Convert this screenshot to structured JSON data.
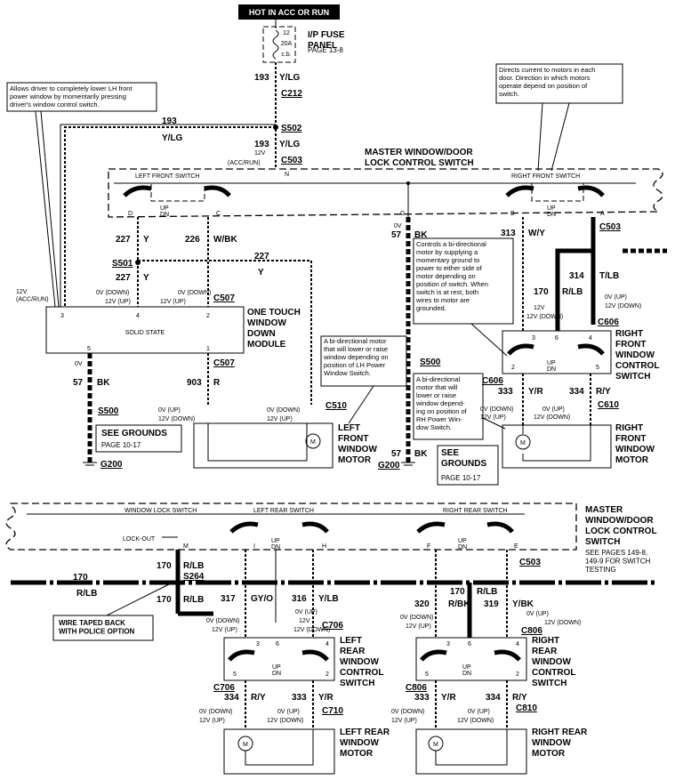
{
  "header": {
    "power_label": "HOT IN ACC OR RUN"
  },
  "fuse_panel": {
    "fuse_num": "12",
    "fuse_amp": "20A",
    "fuse_type": "c.b.",
    "title": "I/P FUSE\nPANEL",
    "page": "PAGE 13-8"
  },
  "top_wire": {
    "circuit": "193",
    "color": "Y/LG",
    "c212": "C212",
    "s502": "S502",
    "c503": "C503",
    "v12": "12V",
    "accrun": "(ACC/RUN)"
  },
  "branch_193": {
    "circuit": "193",
    "color": "Y/LG"
  },
  "note_left": "Allows driver to completely lower LH front\npower window by momentarily pressing\ndriver's window control switch.",
  "note_right": "Directs current to motors in each\ndoor. Direction in which motors\noperate depend on position of\nswitch.",
  "master_switch": {
    "title": "MASTER WINDOW/DOOR\nLOCK CONTROL SWITCH",
    "left_switch": "LEFT FRONT SWITCH",
    "right_switch": "RIGHT FRONT SWITCH",
    "pin_n": "N",
    "pin_d": "D",
    "pin_c": "C",
    "pin_g": "G",
    "pin_b": "B",
    "pin_a": "A",
    "up": "UP",
    "dn": "DN"
  },
  "wires": {
    "w227a": {
      "num": "227",
      "color": "Y"
    },
    "w226": {
      "num": "226",
      "color": "W/BK"
    },
    "w227b": {
      "num": "227",
      "color": "Y"
    },
    "w227c": {
      "num": "227",
      "color": "Y"
    },
    "w57a": {
      "num": "57",
      "color": "BK",
      "v": "0V"
    },
    "w313": {
      "num": "313",
      "color": "W/Y"
    },
    "w314": {
      "num": "314",
      "color": "T/LB"
    },
    "w170a": {
      "num": "170",
      "color": "R/LB"
    },
    "w57b": {
      "num": "57",
      "color": "BK"
    },
    "w903": {
      "num": "903",
      "color": "R"
    },
    "w333a": {
      "num": "333",
      "color": "Y/R"
    },
    "w334a": {
      "num": "334",
      "color": "R/Y"
    },
    "w57c": {
      "num": "57",
      "color": "BK"
    }
  },
  "splices": {
    "s501": "S501",
    "s500a": "S500",
    "s500b": "S500",
    "s264": "S264"
  },
  "connectors": {
    "c507a": "C507",
    "c507b": "C507",
    "c510": "C510",
    "c503b": "C503",
    "c606a": "C606",
    "c606b": "C606",
    "c610": "C610",
    "c503c": "C503",
    "c706a": "C706",
    "c706b": "C706",
    "c710": "C710",
    "c806a": "C806",
    "c806b": "C806",
    "c810": "C810"
  },
  "voltages": {
    "v12acc": "12V\n(ACC/RUN)",
    "v0down": "0V (DOWN)",
    "v12up": "12V (UP)",
    "v0up": "0V (UP)",
    "v12down": "12V (DOWN)",
    "v0": "0V",
    "v12": "12V"
  },
  "module": {
    "label": "SOLID STATE",
    "title": "ONE TOUCH\nWINDOW\nDOWN\nMODULE",
    "p3": "3",
    "p4": "4",
    "p2": "2",
    "p5": "5",
    "p1": "1"
  },
  "lf_motor": {
    "title": "LEFT\nFRONT\nWINDOW\nMOTOR",
    "m": "M"
  },
  "rf_motor": {
    "title": "RIGHT\nFRONT\nWINDOW\nMOTOR",
    "m": "M"
  },
  "rf_switch": {
    "title": "RIGHT\nFRONT\nWINDOW\nCONTROL\nSWITCH",
    "p3": "3",
    "p6": "6",
    "p4": "4",
    "p2": "2",
    "p5": "5"
  },
  "note_module": "A bi-directional motor\nthat will lower or raise\nwindow depending on\nposition of LH Power\nWindow Switch.",
  "note_313": "Controls a bi-directional\nmotor by supplying a\nmomentary ground to\npower to either side of\nmotor depending on\nposition of switch. When\nswitch is at rest, both\nwires to motor are\ngrounded.",
  "note_rf": "A bi-directional\nmotor that will\nlower or raise\nwindow depend-\ning on position of\nRH Power Win-\ndow Switch.",
  "grounds": {
    "see1": "SEE GROUNDS",
    "page1": "PAGE 10-17",
    "g200a": "G200",
    "see2": "SEE\nGROUNDS",
    "page2": "PAGE 10-17",
    "g200b": "G200"
  },
  "bottom": {
    "master_title": "MASTER\nWINDOW/DOOR\nLOCK CONTROL\nSWITCH",
    "master_see": "SEE PAGES 149-8,\n149-9 FOR SWITCH\nTESTING",
    "window_lock": "WINDOW LOCK SWITCH",
    "left_rear": "LEFT REAR SWITCH",
    "right_rear": "RIGHT REAR SWITCH",
    "lockout": "LOCK-OUT",
    "pins": {
      "m": "M",
      "i": "I",
      "h": "H",
      "f": "F",
      "e": "E"
    },
    "w170a": {
      "num": "170",
      "color": "R/LB"
    },
    "w170b": {
      "num": "170",
      "color": "R/LB"
    },
    "w170c": {
      "num": "170",
      "color": "R/LB"
    },
    "w170d": {
      "num": "170",
      "color": "R/LB"
    },
    "w317": {
      "num": "317",
      "color": "GY/O"
    },
    "w316": {
      "num": "316",
      "color": "Y/LB"
    },
    "w320": {
      "num": "320",
      "color": "R/BK"
    },
    "w319": {
      "num": "319",
      "color": "Y/BK"
    },
    "w334l": {
      "num": "334",
      "color": "R/Y"
    },
    "w333l": {
      "num": "333",
      "color": "Y/R"
    },
    "w333r": {
      "num": "333",
      "color": "Y/R"
    },
    "w334r": {
      "num": "334",
      "color": "R/Y"
    },
    "taped": "WIRE TAPED BACK\nWITH POLICE OPTION",
    "lr_switch": "LEFT\nREAR\nWINDOW\nCONTROL\nSWITCH",
    "rr_switch": "RIGHT\nREAR\nWINDOW\nCONTROL\nSWITCH",
    "lr_motor": "LEFT REAR\nWINDOW\nMOTOR",
    "rr_motor": "RIGHT REAR\nWINDOW\nMOTOR"
  }
}
